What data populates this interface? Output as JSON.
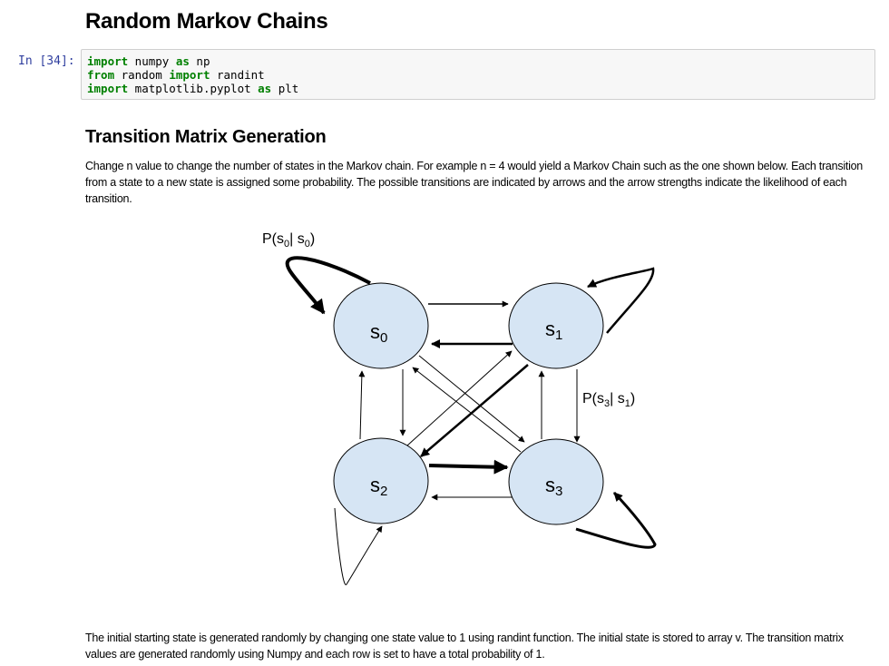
{
  "headings": {
    "title": "Random Markov Chains",
    "section": "Transition Matrix Generation"
  },
  "code_cell": {
    "prompt": "In [34]:",
    "lines": [
      {
        "k1": "import",
        "t1": " numpy ",
        "k2": "as",
        "t2": " np"
      },
      {
        "k1": "from",
        "t1": " random ",
        "k2": "import",
        "t2": " randint"
      },
      {
        "k1": "import",
        "t1": " matplotlib.pyplot ",
        "k2": "as",
        "t2": " plt"
      }
    ]
  },
  "paragraphs": {
    "intro": "Change n value to change the number of states in the Markov chain. For example n = 4 would yield a Markov Chain such as the one shown below. Each transition from a state to a new state is assigned some probability. The possible transitions are indicated by arrows and the arrow strengths indicate the likelihood of each transition.",
    "initial": "The initial starting state is generated randomly by changing one state value to 1 using randint function. The initial state is stored to array v. The transition matrix values are generated randomly using Numpy and each row is set to have a total probability of 1."
  },
  "diagram": {
    "node_fill": "#d6e5f4",
    "states": [
      {
        "base": "s",
        "sub": "0"
      },
      {
        "base": "s",
        "sub": "1"
      },
      {
        "base": "s",
        "sub": "2"
      },
      {
        "base": "s",
        "sub": "3"
      }
    ],
    "label_p00": {
      "p": "P(s",
      "s1": "0",
      "mid": "| s",
      "s2": "0",
      "end": ")"
    },
    "label_p31": {
      "p": "P(s",
      "s1": "3",
      "mid": "| s",
      "s2": "1",
      "end": ")"
    }
  }
}
